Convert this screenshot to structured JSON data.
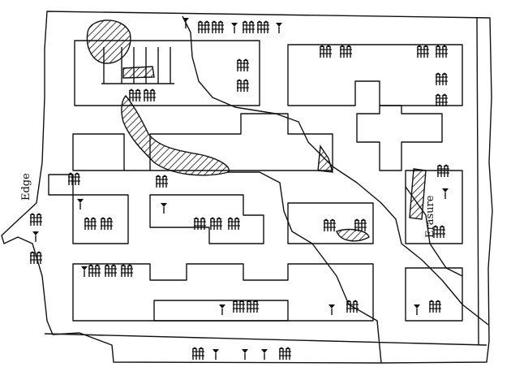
{
  "labels": {
    "edge": "Edge",
    "erasure": "Erasure"
  },
  "colors": {
    "ink": "#111111",
    "paper": "#ffffff"
  },
  "icons": {
    "cuneiform": "cuneiform-sign-cluster",
    "hatched": "hatched-damage-area"
  }
}
